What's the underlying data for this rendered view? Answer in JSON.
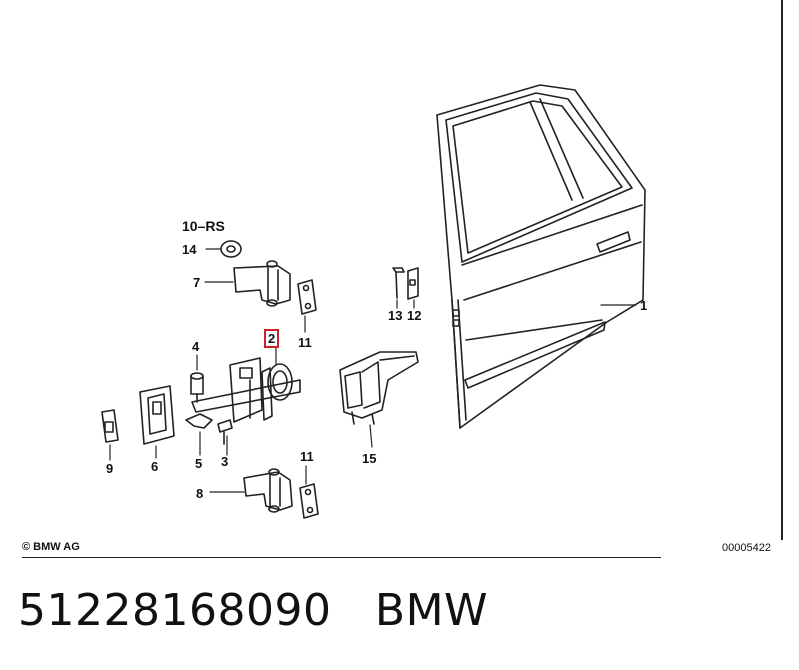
{
  "callouts": {
    "c1": "1",
    "c2": "2",
    "c3": "3",
    "c4": "4",
    "c5": "5",
    "c6": "6",
    "c7": "7",
    "c8": "8",
    "c9": "9",
    "c10": "10–RS",
    "c11a": "11",
    "c11b": "11",
    "c12": "12",
    "c13": "13",
    "c14": "14",
    "c15": "15"
  },
  "highlighted_part": "2",
  "footer": {
    "copyright": "© BMW AG",
    "image_number": "00005422"
  },
  "part_number": "51228168090",
  "brand": "BMW",
  "colors": {
    "highlight": "#d0202a",
    "ink": "#222222"
  }
}
